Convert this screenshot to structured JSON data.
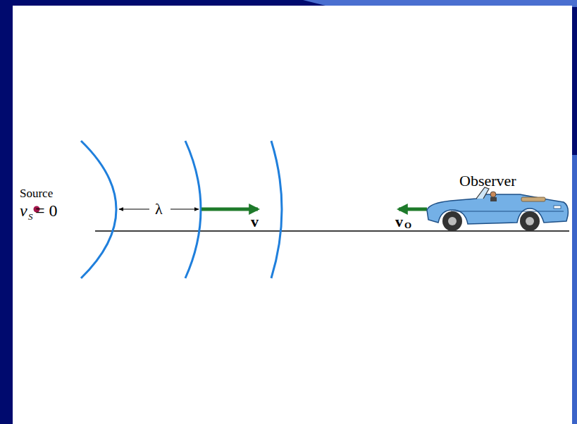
{
  "diagram": {
    "labels": [
      "Source",
      "v",
      "S",
      "= 0",
      "λ",
      "v",
      "v",
      "O",
      "Observer"
    ]
  }
}
